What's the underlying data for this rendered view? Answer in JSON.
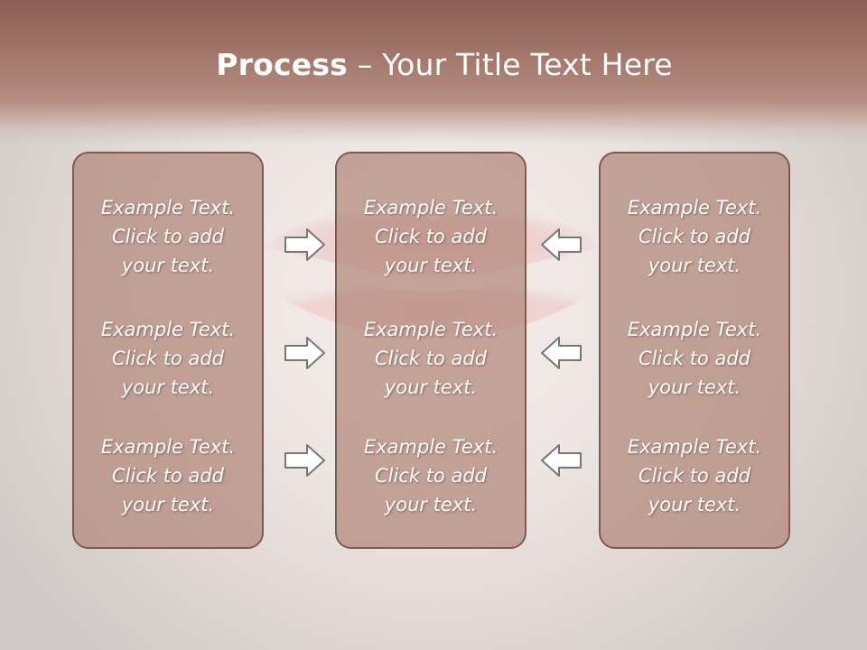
{
  "slide": {
    "title_bold": "Process",
    "title_rest": " – Your Title Text Here"
  },
  "columns": [
    {
      "items": [
        "Example Text.\nClick  to add\nyour text.",
        "Example Text.\nClick  to add\nyour text.",
        "Example Text.\nClick  to add\nyour text."
      ]
    },
    {
      "items": [
        "Example Text.\nClick  to add\nyour text.",
        "Example Text.\nClick  to add\nyour text.",
        "Example Text.\nClick  to add\nyour text."
      ]
    },
    {
      "items": [
        "Example Text.\nClick  to add\nyour text.",
        "Example Text.\nClick  to add\nyour text.",
        "Example Text.\nClick  to add\nyour text."
      ]
    }
  ],
  "icons": {
    "left_arrows": "arrow-right-icon",
    "right_arrows": "arrow-left-icon"
  },
  "colors": {
    "title_band": "#a77b6f",
    "box_fill": "#b2867a",
    "box_border": "#7d5b53",
    "text": "#ffffff"
  }
}
